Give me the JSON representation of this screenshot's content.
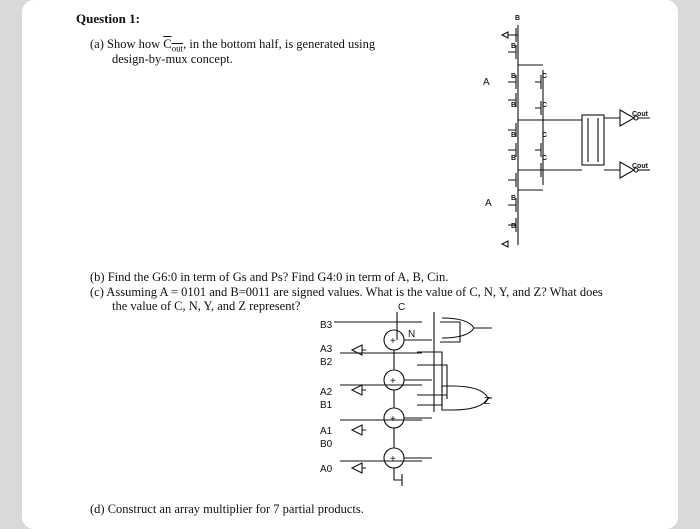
{
  "question": {
    "title": "Question 1:",
    "part_a": {
      "prefix": "(a) Show how ",
      "cout": "C",
      "cout_sub": "out",
      "rest": ", in the bottom half, is generated using",
      "line2": "design-by-mux concept."
    },
    "part_b": "(b) Find the G6:0 in term of Gs and Ps? Find G4:0 in term of A, B, Cin.",
    "part_c_line1": "(c) Assuming A = 0101 and B=0011 are signed values. What is the value of C, N, Y, and Z? What does",
    "part_c_line2": "the value of C, N, Y, and Z represent?",
    "part_d": "(d) Construct an array multiplier for 7 partial products."
  },
  "circuit_top": {
    "labels": [
      "B",
      "B",
      "A",
      "B",
      "C",
      "B",
      "C",
      "B",
      "C",
      "B",
      "C",
      "A",
      "B",
      "B"
    ],
    "out_top": "Cout",
    "out_bottom": "Cout"
  },
  "circuit_bottom": {
    "inputs": [
      "B3",
      "A3",
      "B2",
      "A2",
      "B1",
      "A1",
      "B0",
      "A0"
    ],
    "flags": [
      "C",
      "N",
      "Z"
    ],
    "adder_symbol": "+"
  }
}
